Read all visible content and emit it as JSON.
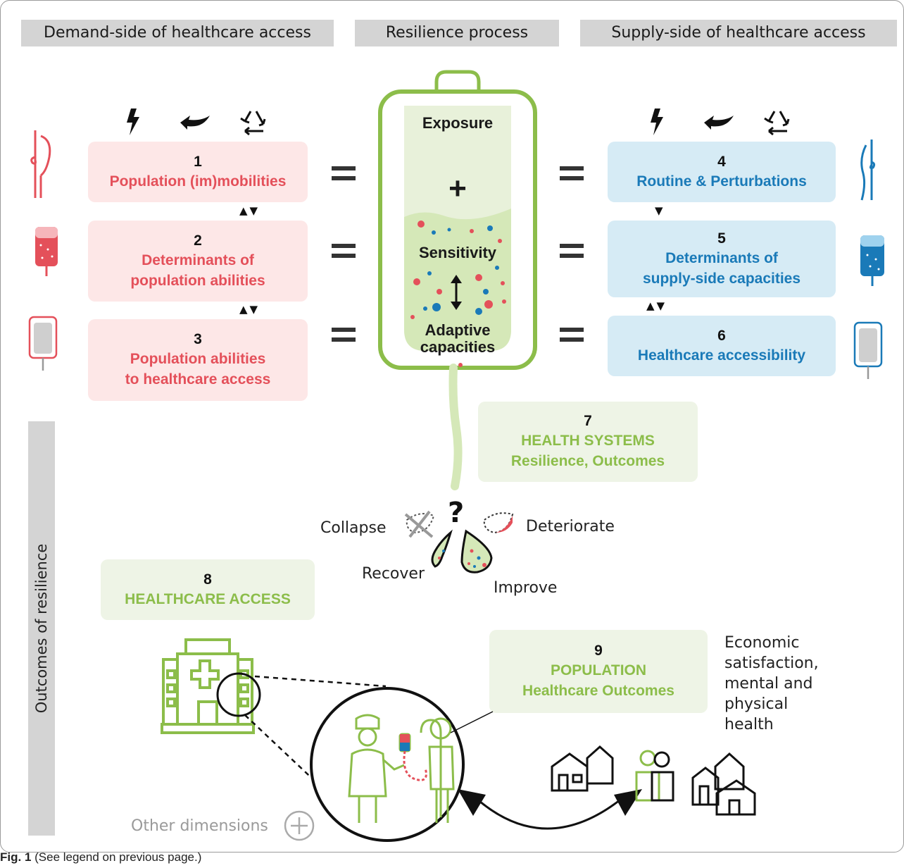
{
  "headers": {
    "demand": "Demand-side of healthcare access",
    "resilience": "Resilience process",
    "supply": "Supply-side of healthcare access"
  },
  "demand_boxes": [
    {
      "num": "1",
      "line1": "Population (im)mobilities",
      "line2": ""
    },
    {
      "num": "2",
      "line1": "Determinants of",
      "line2": "population abilities"
    },
    {
      "num": "3",
      "line1": "Population abilities",
      "line2": "to healthcare access"
    }
  ],
  "supply_boxes": [
    {
      "num": "4",
      "line1": "Routine & Perturbations",
      "line2": ""
    },
    {
      "num": "5",
      "line1": "Determinants of",
      "line2": "supply-side capacities"
    },
    {
      "num": "6",
      "line1": "Healthcare accessibility",
      "line2": ""
    }
  ],
  "bag": {
    "exposure": "Exposure",
    "plus": "+",
    "sensitivity": "Sensitivity",
    "adaptive1": "Adaptive",
    "adaptive2": "capacities"
  },
  "outcome_boxes": {
    "b7": {
      "num": "7",
      "line1": "HEALTH SYSTEMS",
      "line2": "Resilience, Outcomes"
    },
    "b8": {
      "num": "8",
      "line1": "HEALTHCARE ACCESS"
    },
    "b9": {
      "num": "9",
      "line1": "POPULATION",
      "line2": "Healthcare Outcomes"
    }
  },
  "drop_labels": {
    "question": "?",
    "collapse": "Collapse",
    "deteriorate": "Deteriorate",
    "recover": "Recover",
    "improve": "Improve"
  },
  "outcome_text": {
    "l1": "Economic",
    "l2": "satisfaction,",
    "l3": "mental and",
    "l4": "physical",
    "l5": "health"
  },
  "other_dimensions": "Other dimensions",
  "sidebar_label": "Outcomes of resilience",
  "caption": {
    "bold": "Fig. 1",
    "rest": "(See legend on previous page.)"
  },
  "colors": {
    "pink": "#e4505a",
    "blue": "#1a7ab8",
    "green": "#8cbd4a"
  },
  "icons": [
    "lightning-icon",
    "curved-arrow-icon",
    "recycle-icon"
  ]
}
